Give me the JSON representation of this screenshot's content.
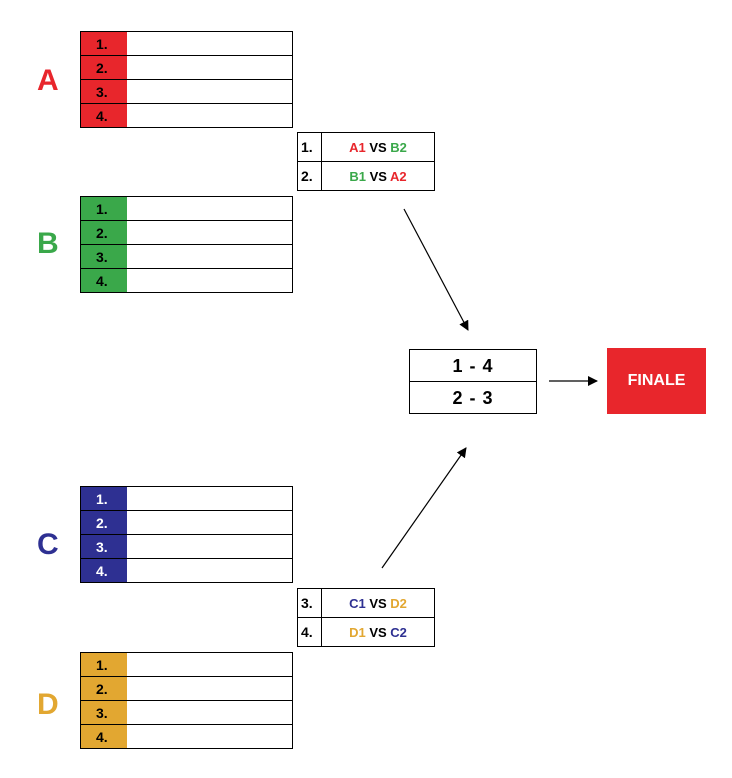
{
  "colors": {
    "A": "#e8262c",
    "B": "#3aa84a",
    "C": "#2e3092",
    "D": "#e2a731",
    "text": "#000000"
  },
  "groups": [
    {
      "letter": "A",
      "ranks": [
        "1.",
        "2.",
        "3.",
        "4."
      ]
    },
    {
      "letter": "B",
      "ranks": [
        "1.",
        "2.",
        "3.",
        "4."
      ]
    },
    {
      "letter": "C",
      "ranks": [
        "1.",
        "2.",
        "3.",
        "4."
      ]
    },
    {
      "letter": "D",
      "ranks": [
        "1.",
        "2.",
        "3.",
        "4."
      ]
    }
  ],
  "semis_top": [
    {
      "num": "1.",
      "home": "A1",
      "vs": "VS",
      "away": "B2"
    },
    {
      "num": "2.",
      "home": "B1",
      "vs": "VS",
      "away": "A2"
    }
  ],
  "semis_bottom": [
    {
      "num": "3.",
      "home": "C1",
      "vs": "VS",
      "away": "D2"
    },
    {
      "num": "4.",
      "home": "D1",
      "vs": "VS",
      "away": "C2"
    }
  ],
  "final_pairs": [
    "1 - 4",
    "2 - 3"
  ],
  "finale_label": "FINALE"
}
